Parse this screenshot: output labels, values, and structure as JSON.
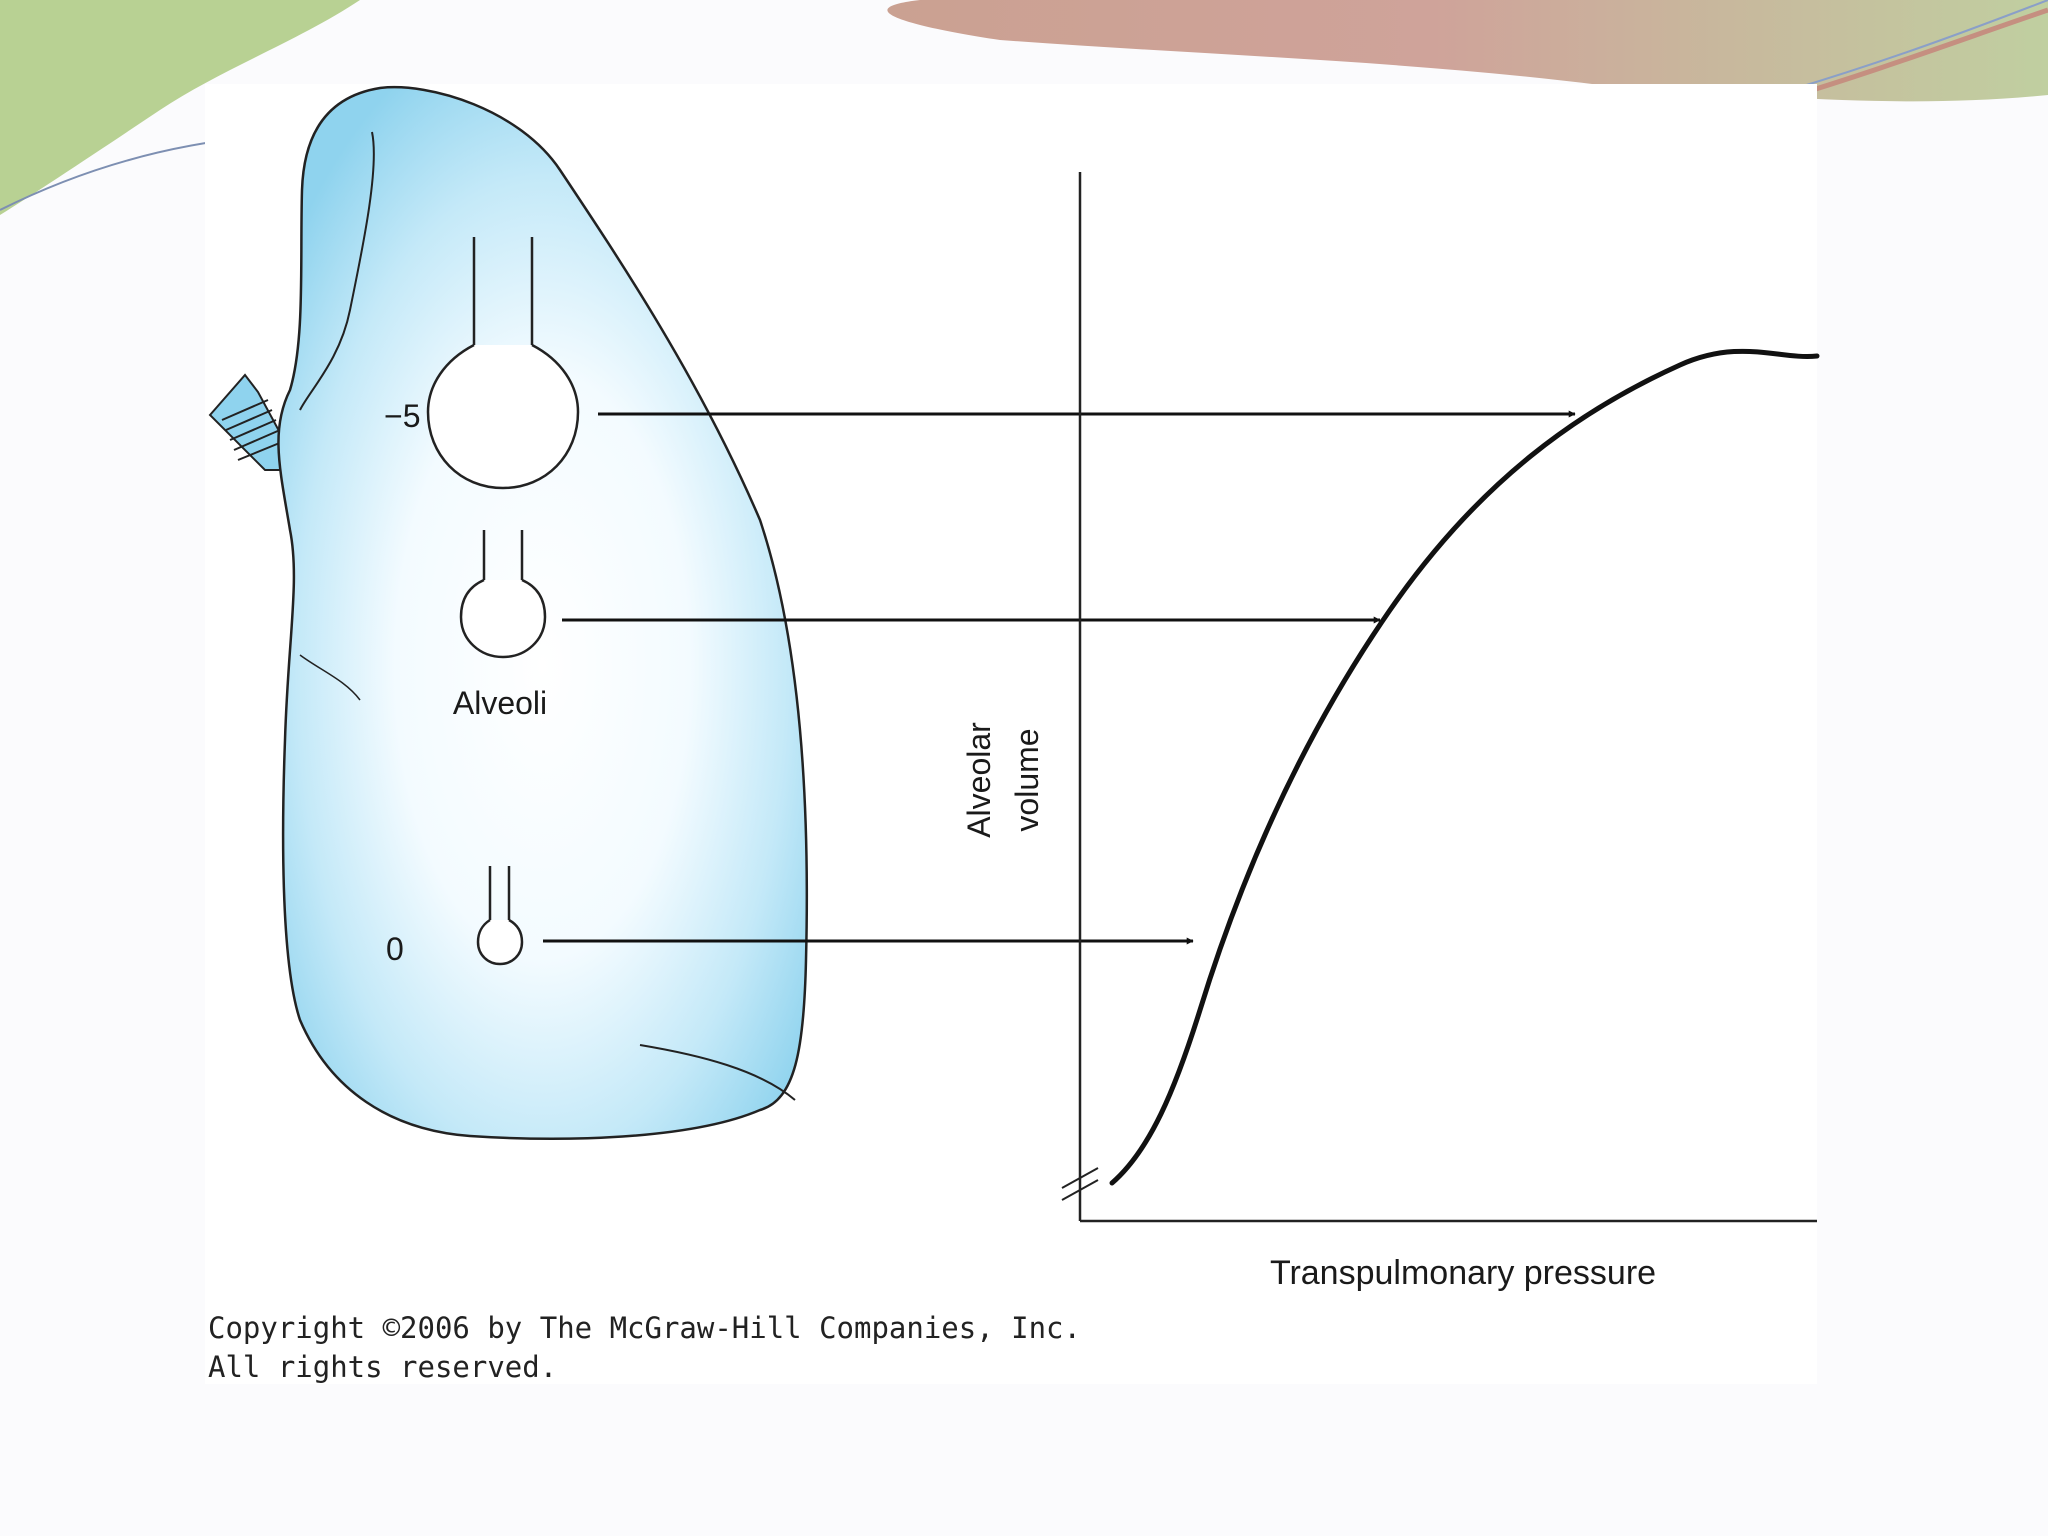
{
  "diagram": {
    "pressure_top": "−5",
    "pressure_bottom": "0",
    "alveoli_label": "Alveoli",
    "y_axis_label_line1": "Alveolar",
    "y_axis_label_line2": "volume",
    "x_axis_label": "Transpulmonary pressure"
  },
  "copyright": {
    "line1": "Copyright ©2006 by The McGraw-Hill Companies, Inc.",
    "line2": "All rights reserved."
  },
  "colors": {
    "lung_fill_edge": "#8fd3ee",
    "lung_fill_center": "#ffffff",
    "slide_banner_green": "#bcd39a",
    "slide_banner_rose": "#c9968e",
    "ink": "#111111"
  }
}
